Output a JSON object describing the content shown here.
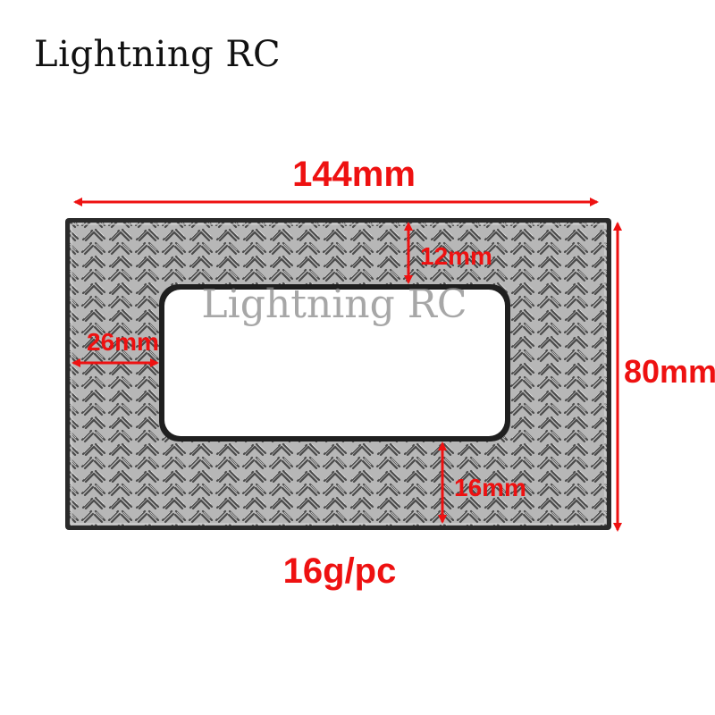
{
  "brand": {
    "name": "Lightning RC"
  },
  "product": {
    "watermark": "Lightning RC",
    "dimensions": {
      "width": "144mm",
      "height": "80mm",
      "top_border": "12mm",
      "side_border": "26mm",
      "bottom_border": "16mm"
    },
    "weight": "16g/pc"
  },
  "colors": {
    "dimension_red": "#ee1111",
    "plate_fill": "#b8b8b8",
    "plate_edge": "#2a2a2a",
    "cutout_fill": "#ffffff"
  }
}
